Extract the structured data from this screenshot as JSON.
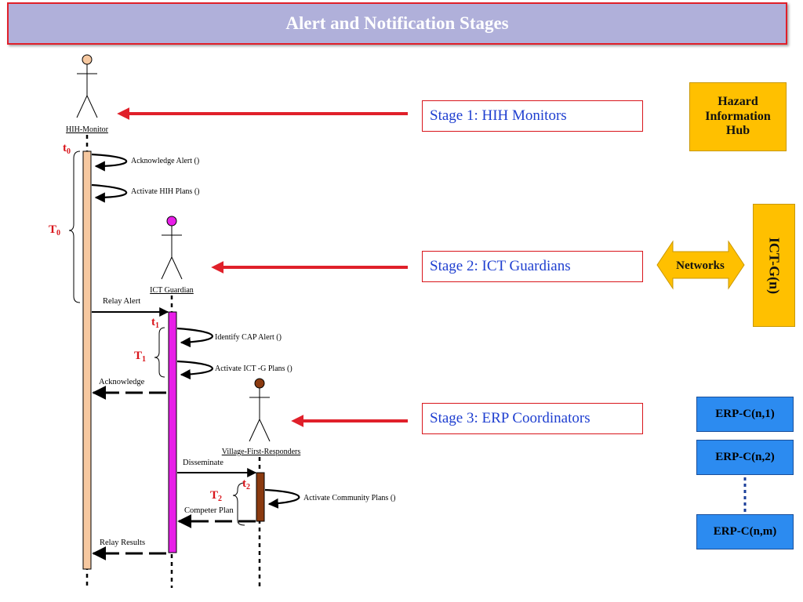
{
  "title": "Alert and Notification Stages",
  "lifelines": {
    "hih": "HIH-Monitor",
    "ict": "ICT Guardian",
    "village": "Village-First-Responders"
  },
  "self_calls": {
    "acknowledge_alert": "Acknowledge Alert ()",
    "activate_hih": "Activate HIH Plans ()",
    "identify_cap": "Identify CAP Alert ()",
    "activate_ict": "Activate ICT -G Plans ()",
    "activate_community": "Activate Community Plans  ()"
  },
  "messages": {
    "relay_alert": "Relay Alert",
    "acknowledge": "Acknowledge",
    "disseminate": "Disseminate",
    "competer_plan": "Competer Plan",
    "relay_results": "Relay Results"
  },
  "time_marks": {
    "t0": {
      "base": "t",
      "sub": "0"
    },
    "T0": {
      "base": "T",
      "sub": "0"
    },
    "t1": {
      "base": "t",
      "sub": "1"
    },
    "T1": {
      "base": "T",
      "sub": "1"
    },
    "t2": {
      "base": "t",
      "sub": "2"
    },
    "T2": {
      "base": "T",
      "sub": "2"
    }
  },
  "stages": {
    "stage1": "Stage 1: HIH Monitors",
    "stage2": "Stage 2: ICT Guardians",
    "stage3": "Stage 3: ERP Coordinators"
  },
  "side": {
    "hub": "Hazard Information Hub",
    "networks": "Networks",
    "ict_g": "ICT-G(n)",
    "erp1": "ERP-C(n,1)",
    "erp2": "ERP-C(n,2)",
    "erpm": "ERP-C(n,m)"
  },
  "colors": {
    "title_bg": "#b0b0da",
    "accent_red": "#e0202a",
    "stage_text": "#1f3fd0",
    "hih_activation": "#f6c8a0",
    "ict_activation": "#e81ee8",
    "village_activation": "#8a3a10",
    "orange": "#ffc000",
    "erp_blue": "#2c8bf0"
  }
}
